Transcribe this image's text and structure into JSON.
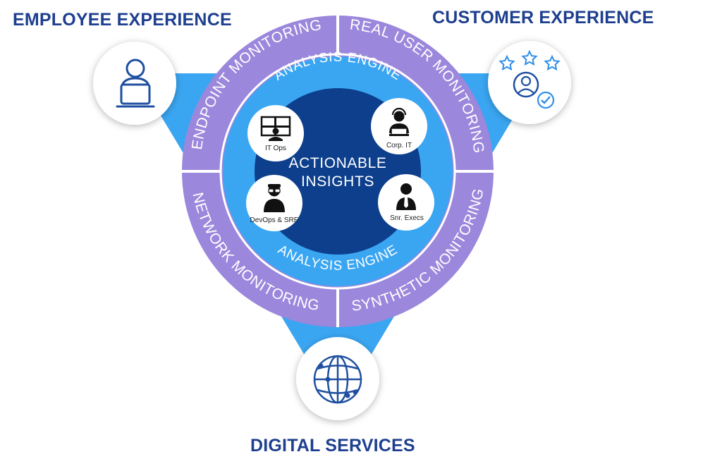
{
  "colors": {
    "title": "#1e3f8f",
    "ring": "#9b87dc",
    "engine": "#3aa6f2",
    "core": "#0d3f8c",
    "divider": "#ffffff",
    "icon": "#1f4fa0",
    "star": "#2f8fe8"
  },
  "titles": {
    "employee": "EMPLOYEE EXPERIENCE",
    "customer": "CUSTOMER EXPERIENCE",
    "digital": "DIGITAL SERVICES"
  },
  "ring": {
    "segments": {
      "endpoint": "ENDPOINT MONITORING",
      "real_user": "REAL USER MONITORING",
      "network": "NETWORK MONITORING",
      "synthetic": "SYNTHETIC MONITORING"
    },
    "engine_top": "ANALYSIS ENGINE",
    "engine_bottom": "ANALYSIS ENGINE"
  },
  "core": {
    "line1": "ACTIONABLE",
    "line2": "INSIGHTS"
  },
  "roles": {
    "it_ops": "IT Ops",
    "corp_it": "Corp. IT",
    "devops": "DevOps & SRE",
    "execs": "Snr. Execs"
  },
  "icons": {
    "employee": "laptop-user-icon",
    "customer": "customer-rating-icon",
    "digital": "globe-network-icon",
    "it_ops": "monitor-wall-icon",
    "corp_it": "support-agent-icon",
    "devops": "developer-icon",
    "execs": "executive-icon"
  }
}
